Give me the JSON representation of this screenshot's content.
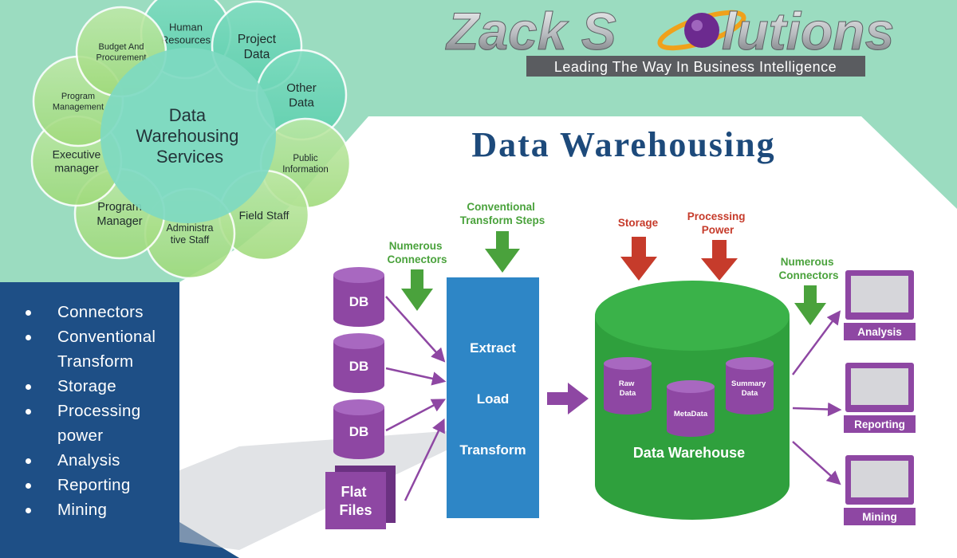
{
  "brand": {
    "name_part1": "Zack S",
    "name_part2": "lutions",
    "tagline": "Leading The Way In Business Intelligence"
  },
  "title": "Data Warehousing",
  "services_wheel": {
    "center": [
      "Data",
      "Warehousing",
      "Services"
    ],
    "petals": [
      {
        "lines": [
          "Human",
          "Resources"
        ]
      },
      {
        "lines": [
          "Project",
          "Data"
        ]
      },
      {
        "lines": [
          "Other",
          "Data"
        ]
      },
      {
        "lines": [
          "Public",
          "Information"
        ]
      },
      {
        "lines": [
          "Field Staff"
        ]
      },
      {
        "lines": [
          "Administra",
          "tive Staff"
        ]
      },
      {
        "lines": [
          "Program",
          "Manager"
        ]
      },
      {
        "lines": [
          "Executive",
          "manager"
        ]
      },
      {
        "lines": [
          "Program",
          "Management"
        ]
      },
      {
        "lines": [
          "Budget And",
          "Procurement"
        ]
      }
    ]
  },
  "bullets": [
    "Connectors",
    "Conventional Transform",
    "Storage",
    "Processing power",
    "Analysis",
    "Reporting",
    "Mining"
  ],
  "flow": {
    "sources": [
      "DB",
      "DB",
      "DB"
    ],
    "flat_files": [
      "Flat",
      "Files"
    ],
    "connectors_left": [
      "Numerous",
      "Connectors"
    ],
    "transform_steps": [
      "Conventional",
      "Transform Steps"
    ],
    "etl": [
      "Extract",
      "Load",
      "Transform"
    ],
    "storage": "Storage",
    "processing_power": [
      "Processing",
      "Power"
    ],
    "connectors_right": [
      "Numerous",
      "Connectors"
    ],
    "warehouse": "Data Warehouse",
    "raw_data": [
      "Raw",
      "Data"
    ],
    "metadata": "MetaData",
    "summary_data": [
      "Summary",
      "Data"
    ],
    "outputs": [
      "Analysis",
      "Reporting",
      "Mining"
    ]
  },
  "colors": {
    "mint": "#9bdcc0",
    "navy": "#1e4f86",
    "title": "#1d4a7b",
    "etl_blue": "#2e86c6",
    "warehouse_green": "#2fa03d",
    "purple": "#8e47a3",
    "arrow_green": "#4aa23c",
    "arrow_red": "#c63b2b"
  }
}
